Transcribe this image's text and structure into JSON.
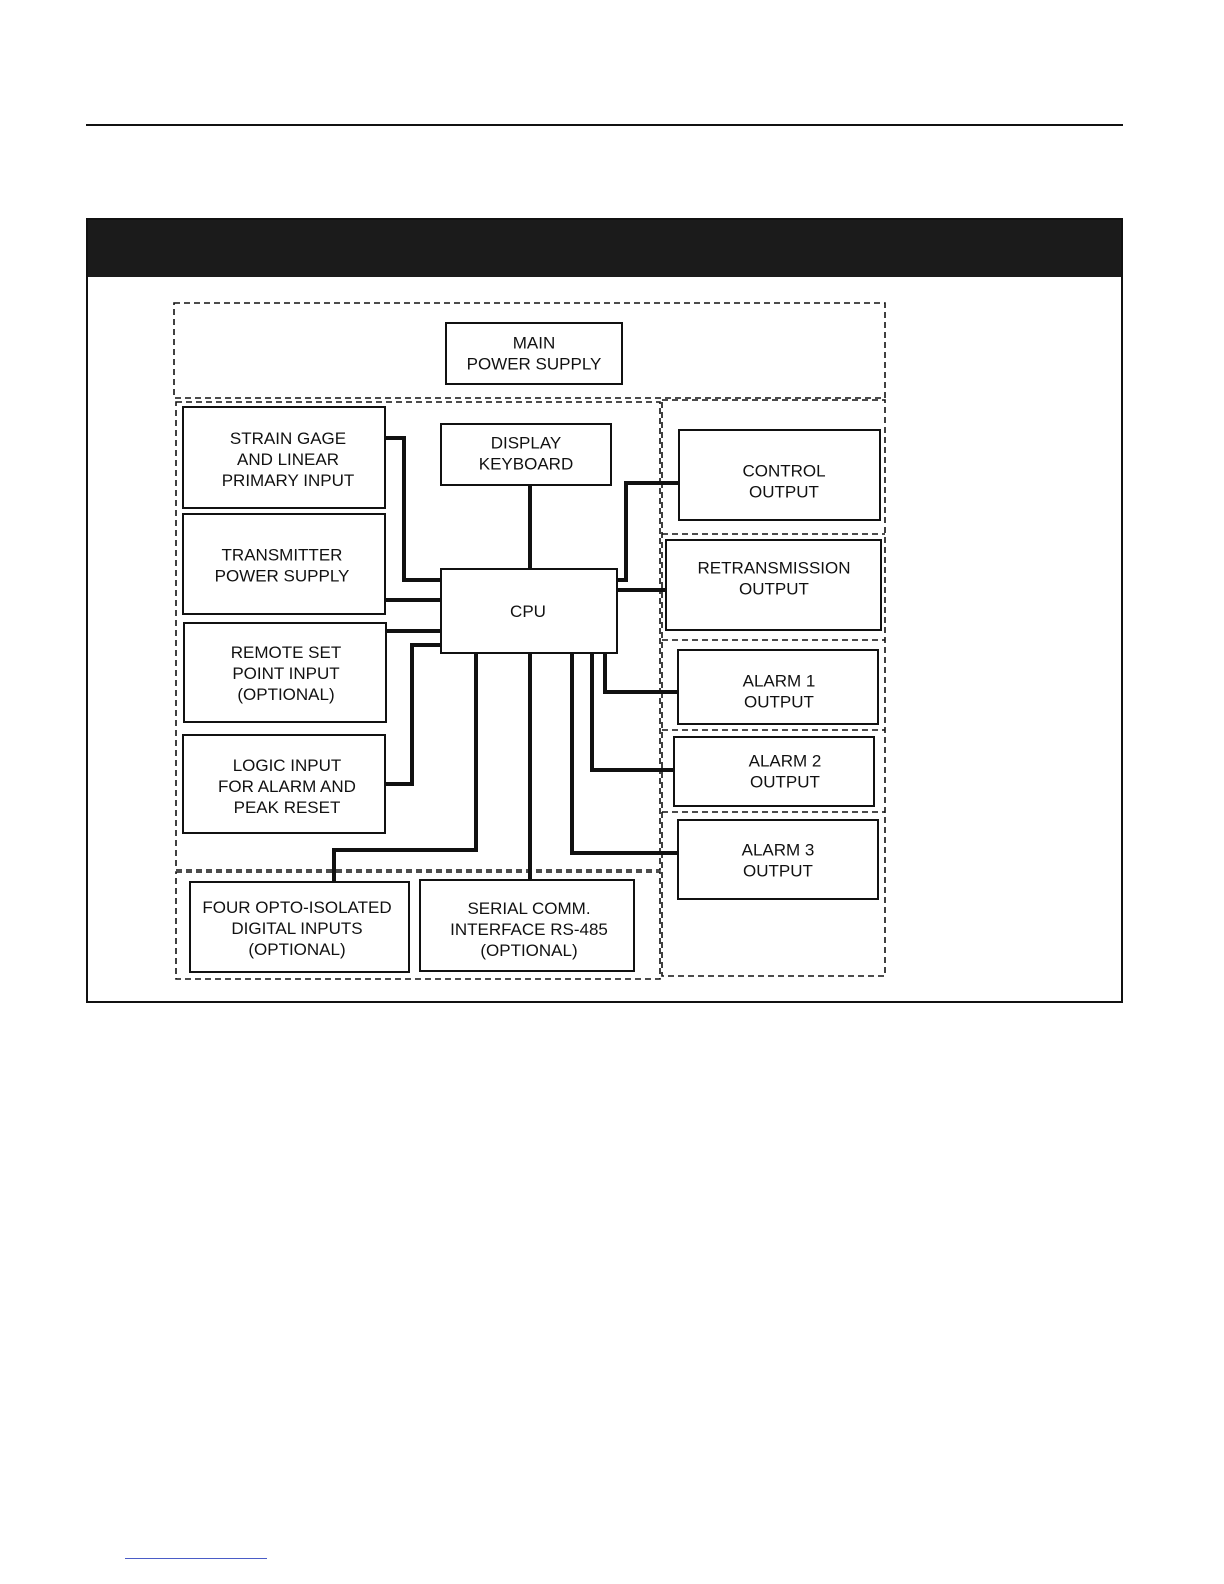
{
  "diagram": {
    "blocks": {
      "main_power_supply": [
        "MAIN",
        "POWER SUPPLY"
      ],
      "display_keyboard": [
        "DISPLAY",
        "KEYBOARD"
      ],
      "cpu": [
        "CPU"
      ],
      "strain_gage_input": [
        "STRAIN GAGE",
        "AND LINEAR",
        "PRIMARY INPUT"
      ],
      "transmitter_power_supply": [
        "TRANSMITTER",
        "POWER SUPPLY"
      ],
      "remote_set_point_input": [
        "REMOTE SET",
        "POINT INPUT",
        "(OPTIONAL)"
      ],
      "logic_input": [
        "LOGIC INPUT",
        "FOR ALARM AND",
        "PEAK RESET"
      ],
      "digital_inputs": [
        "FOUR OPTO-ISOLATED",
        "DIGITAL INPUTS",
        "(OPTIONAL)"
      ],
      "serial_comm": [
        "SERIAL COMM.",
        "INTERFACE RS-485",
        "(OPTIONAL)"
      ],
      "control_output": [
        "CONTROL",
        "OUTPUT"
      ],
      "retransmission_output": [
        "RETRANSMISSION",
        "OUTPUT"
      ],
      "alarm1_output": [
        "ALARM 1",
        "OUTPUT"
      ],
      "alarm2_output": [
        "ALARM 2",
        "OUTPUT"
      ],
      "alarm3_output": [
        "ALARM 3",
        "OUTPUT"
      ]
    }
  }
}
